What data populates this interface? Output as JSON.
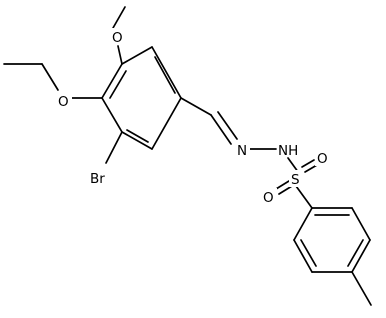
{
  "atoms": {
    "methoxy_o": "O",
    "ethoxy_o": "O",
    "bromine": "Br",
    "imine_n": "N",
    "hydrazide_nh": "NH",
    "sulfur": "S",
    "sulfonyl_o_top": "O",
    "sulfonyl_o_left": "O"
  },
  "colors": {
    "bond": "#000000",
    "background": "#ffffff"
  }
}
